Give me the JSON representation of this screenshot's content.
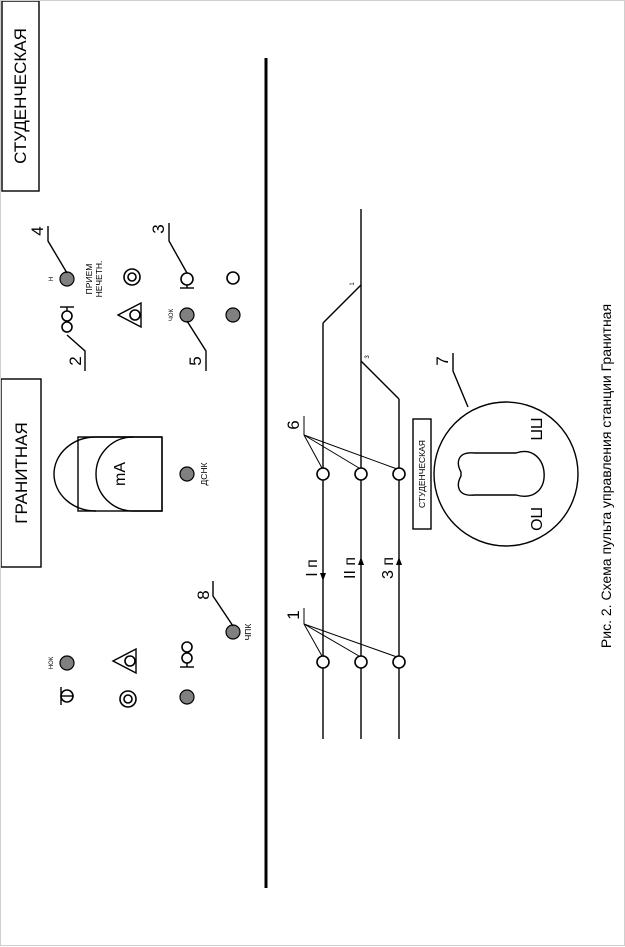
{
  "panel": {
    "station_name": "ГРАНИТНАЯ",
    "neighbor_station": "СТУДЕНЧЕСКАЯ",
    "meter_label": "mA",
    "dsnk_label": "ДСНК",
    "chpk_label": "ЧПК",
    "nok_label": "НОК",
    "chok_label": "ЧОК",
    "n_label": "Н",
    "priem_label_1": "ПРИЕМ",
    "priem_label_2": "НЕЧЕТН.",
    "track_strip_label": "СТУДЕНЧЕСКАЯ",
    "key_po": "ПО",
    "key_pp": "ПП"
  },
  "tracks": {
    "track_1": "I п",
    "track_2": "II п",
    "track_3": "3 п",
    "switch_1": "1",
    "switch_3": "3"
  },
  "callouts": {
    "c1": "1",
    "c2": "2",
    "c3": "3",
    "c4": "4",
    "c5": "5",
    "c6": "6",
    "c7": "7",
    "c8": "8"
  },
  "caption": "Рис. 2. Схема пульта управления станции Гранитная",
  "colors": {
    "lamp": "#808080",
    "line": "#000000",
    "background": "#ffffff"
  }
}
